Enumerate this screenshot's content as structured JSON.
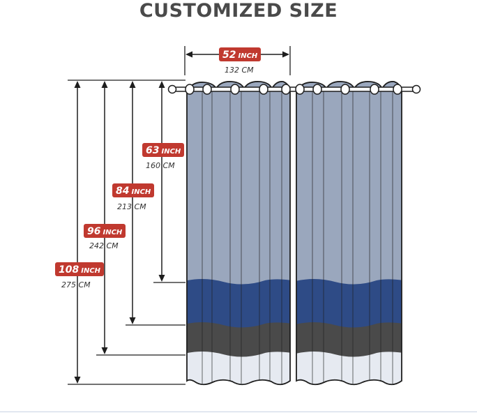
{
  "title": "CUSTOMIZED SIZE",
  "colors": {
    "badge": "#c0392f",
    "curtain_light": "#9aa7bd",
    "curtain_blue": "#2e4b86",
    "curtain_dark": "#4a4a4a",
    "curtain_white": "#e6eaf1",
    "outline": "#1e1e1e"
  },
  "measurements": {
    "width": {
      "inch_value": "52",
      "inch_unit": "INCH",
      "cm": "132 CM"
    },
    "h63": {
      "inch_value": "63",
      "inch_unit": "INCH",
      "cm": "160 CM"
    },
    "h84": {
      "inch_value": "84",
      "inch_unit": "INCH",
      "cm": "213 CM"
    },
    "h96": {
      "inch_value": "96",
      "inch_unit": "INCH",
      "cm": "242 CM"
    },
    "h108": {
      "inch_value": "108",
      "inch_unit": "INCH",
      "cm": "275 CM"
    }
  },
  "icons": [
    "curtain-rod-icon",
    "grommet-ring-icon",
    "dimension-arrow-icon"
  ]
}
